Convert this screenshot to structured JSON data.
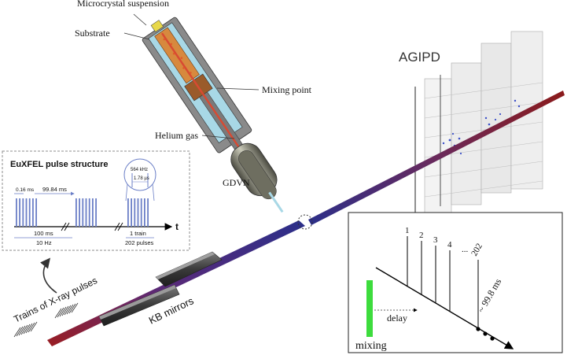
{
  "labels": {
    "microcrystal_suspension": "Microcrystal suspension",
    "substrate": "Substrate",
    "mixing_point": "Mixing point",
    "helium_gas": "Helium gas",
    "gdvn": "GDVN",
    "agipd": "AGIPD",
    "kb_mirrors": "KB mirrors",
    "trains_of_xray_pulses": "Trains of X-ray pulses"
  },
  "pulse_structure": {
    "title": "EuXFEL pulse structure",
    "pulse_width": "0.16 ms",
    "train_gap": "99.84 ms",
    "rep_rate": "564 kHz",
    "pulse_spacing": "1.78 µs",
    "period": "100 ms",
    "train_freq": "10 Hz",
    "one_train": "1 train",
    "pulses_per_train": "202 pulses",
    "time_axis": "t"
  },
  "mixing_inset": {
    "frame_labels": [
      "1",
      "2",
      "3",
      "4",
      "...",
      "202"
    ],
    "delay_label": "delay",
    "mixing_label": "mixing",
    "interval_label": "~ 99.8 ms"
  },
  "colors": {
    "panel_border": "#8c8c8c",
    "pulse_blue": "#6b7fc7",
    "beam_red": "#8b1a1a",
    "beam_blue": "#2b2f8a",
    "mixing_green": "#3ddc3d",
    "jet_red": "#d84a32",
    "nozzle_blue": "#a8d8e6",
    "nozzle_brown": "#9a5b2a"
  }
}
